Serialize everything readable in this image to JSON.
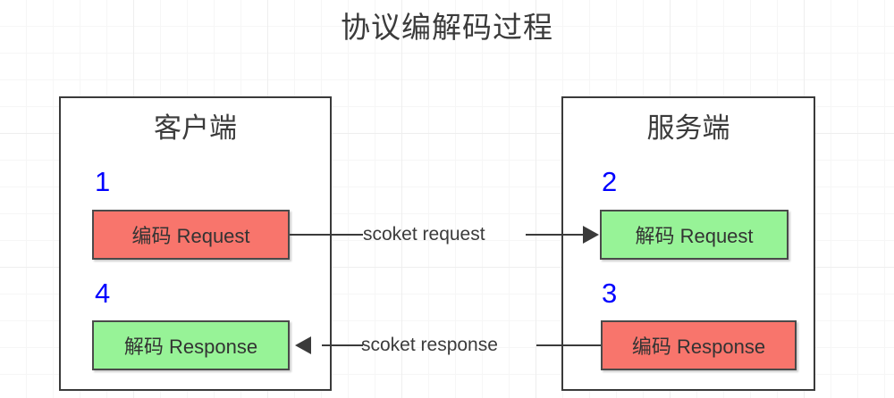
{
  "diagram": {
    "title": "协议编解码过程",
    "background": {
      "grid_minor_color": "#f6f6f6",
      "grid_major_color": "#eeeeee",
      "page_color": "#ffffff"
    },
    "colors": {
      "encode_box": "#f8756c",
      "decode_box": "#97f397",
      "step_number": "#0000ff",
      "stroke": "#3a3a3a",
      "text": "#333333"
    },
    "containers": [
      {
        "id": "client",
        "title": "客户端",
        "nodes": [
          {
            "step": "1",
            "label": "编码 Request",
            "kind": "encode",
            "color": "#f8756c"
          },
          {
            "step": "4",
            "label": "解码 Response",
            "kind": "decode",
            "color": "#97f397"
          }
        ]
      },
      {
        "id": "server",
        "title": "服务端",
        "nodes": [
          {
            "step": "2",
            "label": "解码 Request",
            "kind": "decode",
            "color": "#97f397"
          },
          {
            "step": "3",
            "label": "编码 Response",
            "kind": "encode",
            "color": "#f8756c"
          }
        ]
      }
    ],
    "connectors": [
      {
        "id": "request-flow",
        "label": "scoket request",
        "from": "编码 Request",
        "to": "解码 Request",
        "direction": "left-to-right"
      },
      {
        "id": "response-flow",
        "label": "scoket response",
        "from": "编码 Response",
        "to": "解码 Response",
        "direction": "right-to-left"
      }
    ]
  }
}
